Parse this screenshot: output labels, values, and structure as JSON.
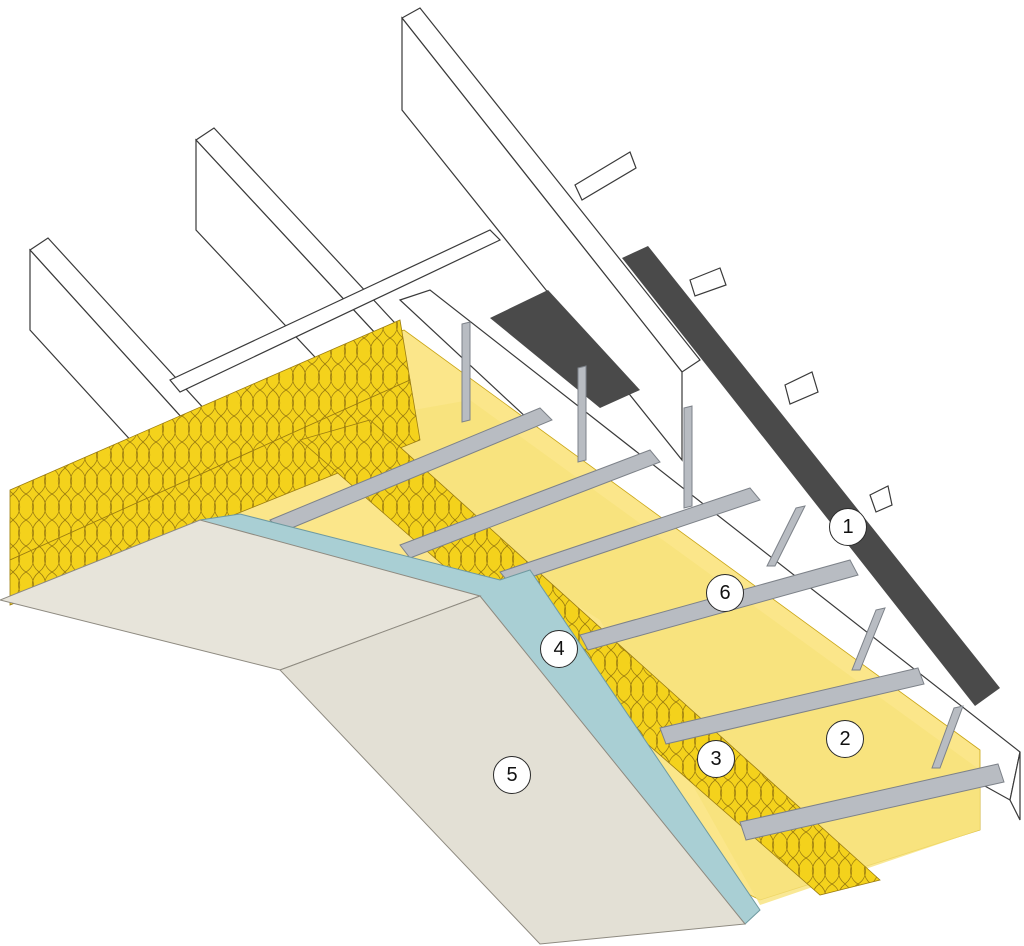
{
  "colors": {
    "background": "#ffffff",
    "wood_fill": "#ffffff",
    "wood_stroke": "#3a3a3a",
    "insulation": "#f4d21c",
    "insulation_light": "#f8e27a",
    "insulation_pale": "#fbe68a",
    "membrane": "#4a4a4a",
    "metal_profile": "#b8bcc2",
    "metal_dark": "#7d8289",
    "board_face": "#e7e4da",
    "board_edge": "#a9cfd4",
    "callout_fill": "#ffffff",
    "callout_stroke": "#2a2a2a"
  },
  "callouts": [
    {
      "label": "1"
    },
    {
      "label": "2"
    },
    {
      "label": "3"
    },
    {
      "label": "4"
    },
    {
      "label": "5"
    },
    {
      "label": "6"
    }
  ]
}
